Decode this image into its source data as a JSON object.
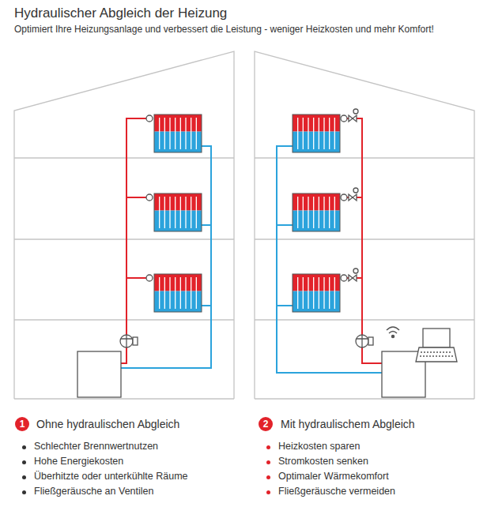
{
  "diagram": {
    "title": "Hydraulischer Abgleich der Heizung",
    "nodes": [
      {
        "text": [
          "1"
        ]
      },
      {
        "text": [
          "2"
        ]
      }
    ],
    "labels": [
      "Optimiert Ihre Heizungsanlage und verbessert die Leistung - weniger Heizkosten und mehr Komfort!",
      "Ohne hydraulischen Abgleich",
      "Schlechter Brennwertnutzen",
      "Hohe Energiekosten",
      "Überhitzte oder unterkühlte Räume",
      "Fließgeräusche an Ventilen",
      "Mit hydraulischem Abgleich",
      "Heizkosten sparen",
      "Stromkosten senken",
      "Optimaler Wärmekomfort",
      "Fließgeräusche vermeiden"
    ]
  }
}
